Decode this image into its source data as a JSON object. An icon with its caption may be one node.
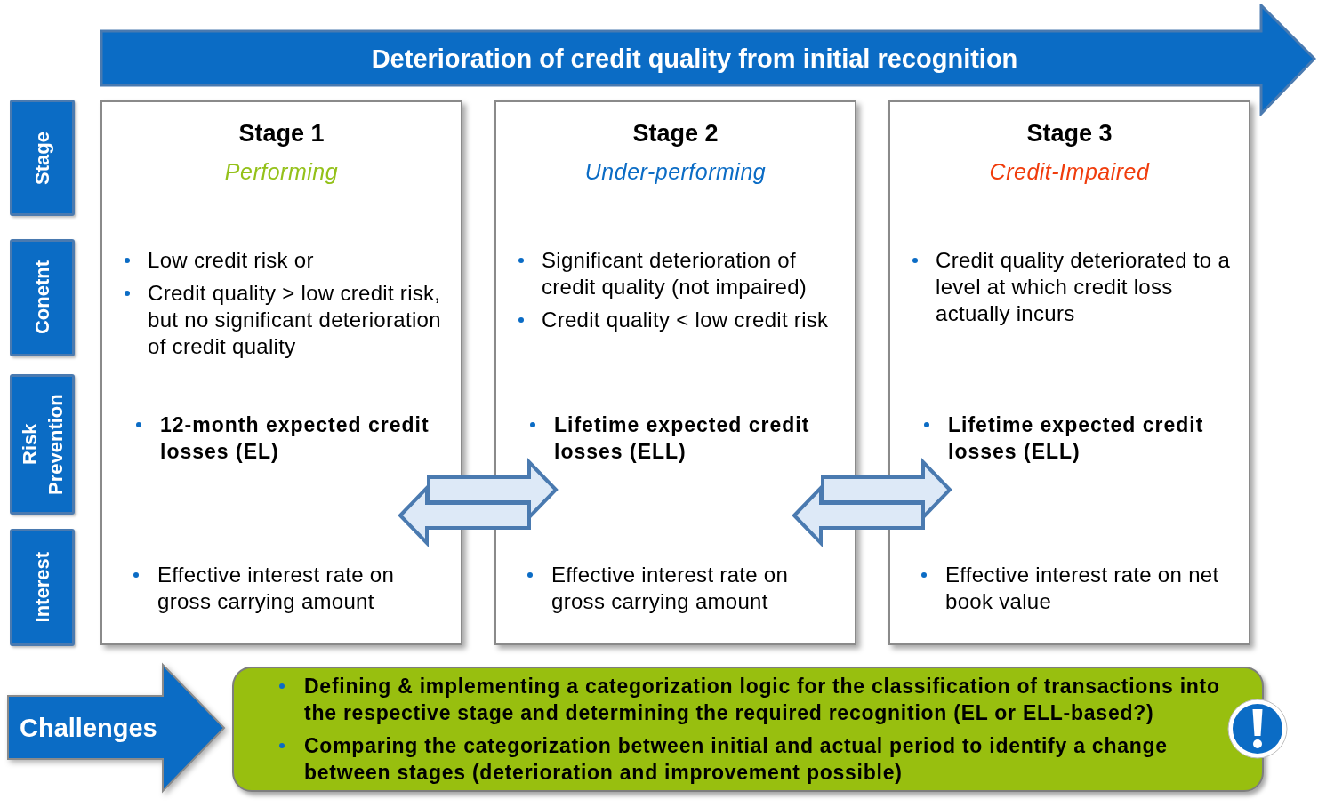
{
  "diagram": {
    "nodes": [
      {
        "text": [
          "Deterioration of credit quality from initial recognition"
        ]
      },
      {
        "text": [
          "Stage"
        ]
      },
      {
        "text": [
          "Conetnt"
        ]
      },
      {
        "text": [
          "Risk Prevention"
        ]
      },
      {
        "text": [
          "Interest"
        ]
      },
      {
        "text": [
          "Stage 1",
          "Performing",
          "Low credit risk or",
          "Credit quality > low credit risk, but no significant deterioration of credit quality",
          "12-month expected credit losses (EL)",
          "Effective interest rate on gross carrying amount"
        ]
      },
      {
        "text": [
          "Stage 2",
          "Under-performing",
          "Significant deterioration of credit quality (not impaired)",
          "Credit quality < low credit risk",
          "Lifetime expected credit losses (ELL)",
          "Effective interest rate on gross carrying amount"
        ]
      },
      {
        "text": [
          "Stage 3",
          "Credit-Impaired",
          "Credit quality deteriorated to a level at which credit loss actually incurs",
          "Lifetime expected credit losses (ELL)",
          "Effective interest rate on net book value"
        ]
      },
      {
        "text": [
          "Challenges"
        ]
      },
      {
        "text": [
          "Defining & implementing a categorization logic for the classification of transactions into the respective stage and determining the required recognition (EL or ELL-based?)",
          "Comparing the categorization between initial and actual period to identify a change between stages (deterioration and improvement possible)"
        ]
      }
    ],
    "edges": [
      {
        "from": 5,
        "to": 6,
        "arrow": "to"
      },
      {
        "from": 6,
        "to": 5,
        "arrow": "to"
      },
      {
        "from": 6,
        "to": 7,
        "arrow": "to"
      },
      {
        "from": 7,
        "to": 6,
        "arrow": "to"
      }
    ]
  }
}
